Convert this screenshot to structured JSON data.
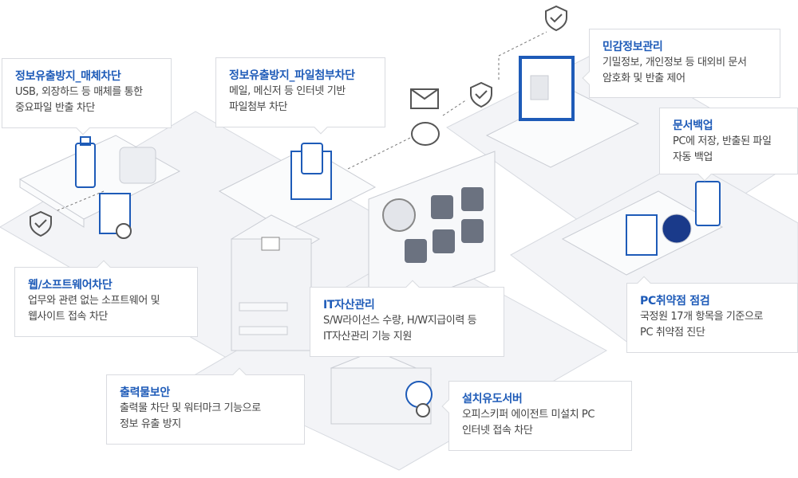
{
  "callouts": [
    {
      "title": "정보유출방지_매체차단",
      "desc": "USB, 외장하드 등 매체를 통한\n중요파일 반출 차단"
    },
    {
      "title": "정보유출방지_파일첨부차단",
      "desc": "메일, 메신저 등 인터넷 기반\n파일첨부 차단"
    },
    {
      "title": "민감정보관리",
      "desc": "기밀정보, 개인정보 등 대외비 문서\n암호화 및 반출 제어"
    },
    {
      "title": "문서백업",
      "desc": "PC에 저장, 반출된 파일\n자동 백업"
    },
    {
      "title": "웹/소프트웨어차단",
      "desc": "업무와 관련 없는 소프트웨어 및\n웹사이트 접속 차단"
    },
    {
      "title": "IT자산관리",
      "desc": "S/W라이선스 수량, H/W지급이력 등\nIT자산관리 기능 지원"
    },
    {
      "title": "PC취약점 점검",
      "desc": "국정원 17개 항목을 기준으로\nPC 취약점 진단"
    },
    {
      "title": "출력물보안",
      "desc": "출력물 차단 및 워터마크 기능으로\n정보 유출 방지"
    },
    {
      "title": "설치유도서버",
      "desc": "오피스키퍼 에이전트 미설치 PC\n인터넷 접속 차단"
    }
  ],
  "colors": {
    "accent": "#1e5bb8",
    "line": "#c9ccd3",
    "floor": "#f2f3f6"
  }
}
